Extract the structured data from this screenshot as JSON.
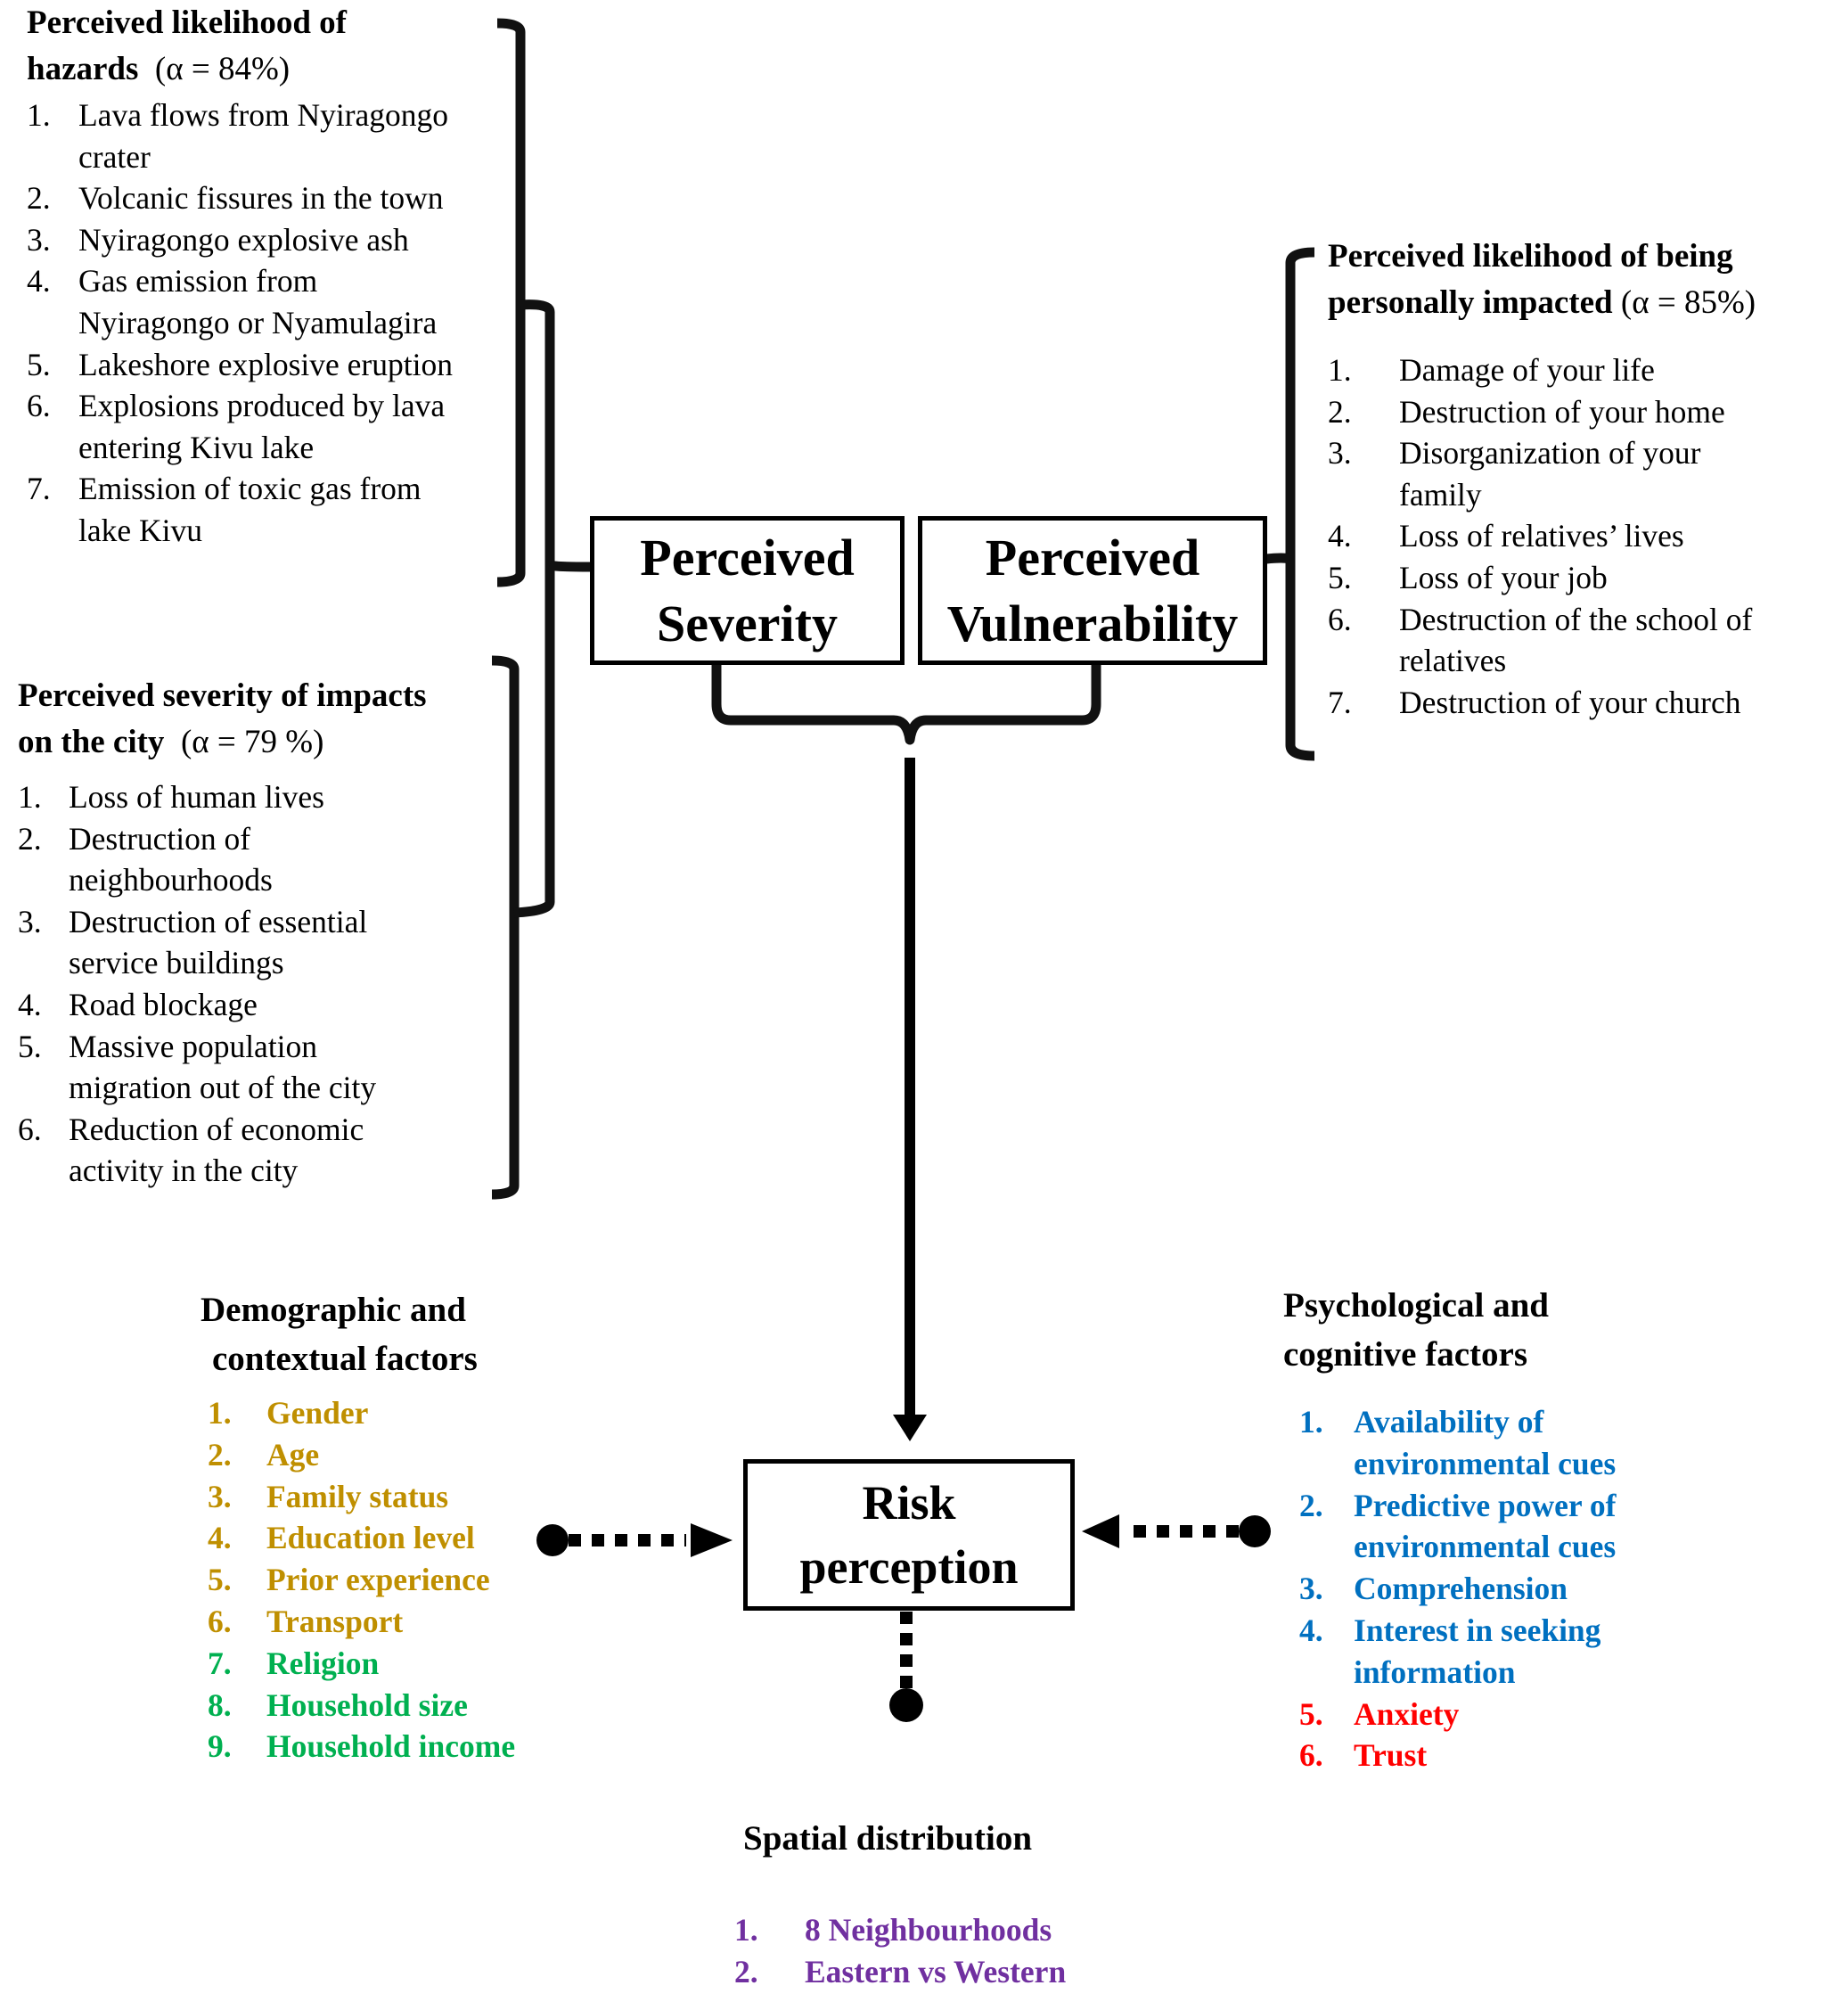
{
  "colors": {
    "ink": "#000000",
    "demographic": "#BF8F00",
    "socioeconomic": "#00B050",
    "cognitive": "#0070C0",
    "affective": "#FF0000",
    "spatial": "#7030A0"
  },
  "hazards": {
    "title_line1": "Perceived likelihood  of",
    "title_line2": "hazards",
    "alpha": "(α = 84%)",
    "items": [
      {
        "num": "1.",
        "lines": [
          "Lava flows from Nyiragongo",
          "crater"
        ]
      },
      {
        "num": "2.",
        "lines": [
          "Volcanic fissures in the town"
        ]
      },
      {
        "num": "3.",
        "lines": [
          "Nyiragongo explosive ash"
        ]
      },
      {
        "num": "4.",
        "lines": [
          "Gas emission from",
          "Nyiragongo or Nyamulagira"
        ]
      },
      {
        "num": "5.",
        "lines": [
          "Lakeshore explosive eruption"
        ]
      },
      {
        "num": "6.",
        "lines": [
          "Explosions produced by lava",
          "entering Kivu lake"
        ]
      },
      {
        "num": "7.",
        "lines": [
          "Emission of toxic gas from",
          "lake Kivu"
        ]
      }
    ]
  },
  "severity_impacts": {
    "title_line1": "Perceived severity of impacts",
    "title_line2": "on the city",
    "alpha": "(α = 79 %)",
    "items": [
      {
        "num": "1.",
        "lines": [
          "Loss of human lives"
        ]
      },
      {
        "num": "2.",
        "lines": [
          "Destruction of",
          "neighbourhoods"
        ]
      },
      {
        "num": "3.",
        "lines": [
          "Destruction of essential",
          "service buildings"
        ]
      },
      {
        "num": "4.",
        "lines": [
          "Road blockage"
        ]
      },
      {
        "num": "5.",
        "lines": [
          "Massive population",
          "migration out of the city"
        ]
      },
      {
        "num": "6.",
        "lines": [
          "Reduction of economic",
          "activity in the city"
        ]
      }
    ]
  },
  "personal_impact": {
    "title_line1": "Perceived likelihood of being",
    "title_line2": "personally  impacted",
    "alpha": "(α = 85%)",
    "items": [
      {
        "num": "1.",
        "lines": [
          "Damage of your life"
        ]
      },
      {
        "num": "2.",
        "lines": [
          "Destruction of your home"
        ]
      },
      {
        "num": "3.",
        "lines": [
          "Disorganization of your",
          "family"
        ]
      },
      {
        "num": "4.",
        "lines": [
          "Loss of relatives’ lives"
        ]
      },
      {
        "num": "5.",
        "lines": [
          "Loss of your job"
        ]
      },
      {
        "num": "6.",
        "lines": [
          "Destruction of the school of",
          "relatives"
        ]
      },
      {
        "num": "7.",
        "lines": [
          "Destruction of your church"
        ]
      }
    ]
  },
  "nodes": {
    "severity": [
      "Perceived",
      "Severity"
    ],
    "vulnerability": [
      "Perceived",
      "Vulnerability"
    ],
    "risk": [
      "Risk",
      "perception"
    ]
  },
  "demographic": {
    "title_line1": "Demographic and",
    "title_line2": "contextual  factors",
    "items": [
      {
        "num": "1.",
        "lines": [
          "Gender"
        ],
        "color": "#BF8F00"
      },
      {
        "num": "2.",
        "lines": [
          "Age"
        ],
        "color": "#BF8F00"
      },
      {
        "num": "3.",
        "lines": [
          "Family status"
        ],
        "color": "#BF8F00"
      },
      {
        "num": "4.",
        "lines": [
          "Education level"
        ],
        "color": "#BF8F00"
      },
      {
        "num": "5.",
        "lines": [
          "Prior experience"
        ],
        "color": "#BF8F00"
      },
      {
        "num": "6.",
        "lines": [
          "Transport"
        ],
        "color": "#BF8F00"
      },
      {
        "num": "7.",
        "lines": [
          "Religion"
        ],
        "color": "#00B050"
      },
      {
        "num": "8.",
        "lines": [
          "Household size"
        ],
        "color": "#00B050"
      },
      {
        "num": "9.",
        "lines": [
          "Household income"
        ],
        "color": "#00B050"
      }
    ]
  },
  "psychological": {
    "title_line1": "Psychological and",
    "title_line2": "cognitive  factors",
    "items": [
      {
        "num": "1.",
        "lines": [
          "Availability of",
          "environmental cues"
        ],
        "color": "#0070C0"
      },
      {
        "num": "2.",
        "lines": [
          "Predictive power of",
          "environmental cues"
        ],
        "color": "#0070C0"
      },
      {
        "num": "3.",
        "lines": [
          "Comprehension"
        ],
        "color": "#0070C0"
      },
      {
        "num": "4.",
        "lines": [
          "Interest in seeking",
          "information"
        ],
        "color": "#0070C0"
      },
      {
        "num": "5.",
        "lines": [
          "Anxiety"
        ],
        "color": "#FF0000"
      },
      {
        "num": "6.",
        "lines": [
          "Trust"
        ],
        "color": "#FF0000"
      }
    ]
  },
  "spatial": {
    "title": "Spatial distribution",
    "items": [
      {
        "num": "1.",
        "lines": [
          "8 Neighbourhoods"
        ],
        "color": "#7030A0"
      },
      {
        "num": "2.",
        "lines": [
          "Eastern vs Western"
        ],
        "color": "#7030A0"
      }
    ]
  }
}
